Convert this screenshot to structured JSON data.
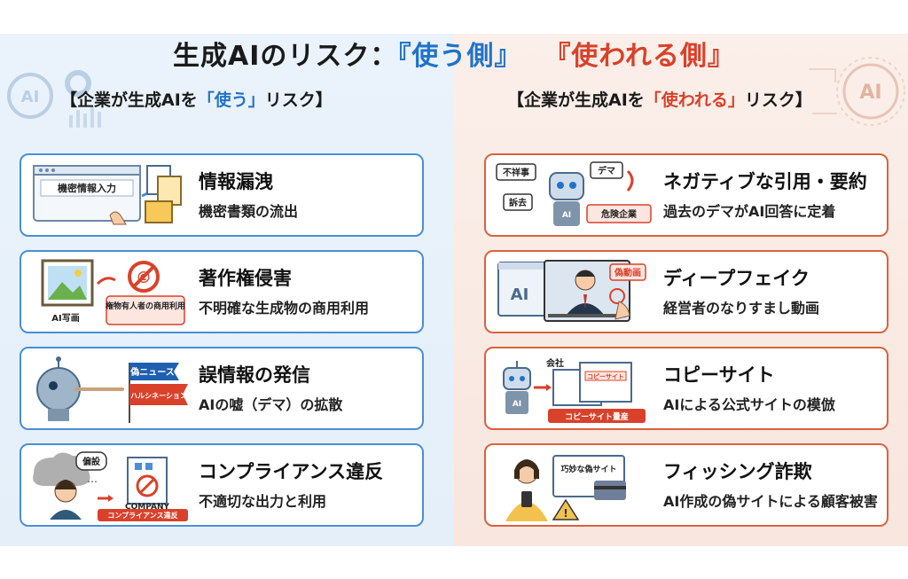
{
  "title": {
    "prefix": "生成AIのリスク：",
    "use": "『使う側』",
    "used": "『使われる側』"
  },
  "left": {
    "head_prefix": "【企業が生成AIを",
    "head_hl": "「使う」",
    "head_suffix": "リスク】",
    "deco_ai": "AI",
    "cards": [
      {
        "title": "情報漏洩",
        "sub": "機密書類の流出",
        "art_label": "機密情報入力"
      },
      {
        "title": "著作権侵害",
        "sub": "不明確な生成物の商用利用",
        "art_label": "AI写画",
        "art_tag": "権物有人者の商用利用"
      },
      {
        "title": "誤情報の発信",
        "sub": "AIの嘘（デマ）の拡散",
        "art_flag1": "偽ニュース",
        "art_flag2": "ハルシネーション"
      },
      {
        "title": "コンプライアンス違反",
        "sub": "不適切な出力と利用",
        "art_bubble": "偏設",
        "art_company": "COMPANY",
        "art_tag": "コンプライアンス違反"
      }
    ]
  },
  "right": {
    "head_prefix": "【企業が生成AIを",
    "head_hl": "「使われる」",
    "head_suffix": "リスク】",
    "deco_ai": "AI",
    "cards": [
      {
        "title": "ネガティブな引用・要約",
        "sub": "過去のデマがAI回答に定着",
        "art_t1": "不祥事",
        "art_t2": "デマ",
        "art_t3": "訴去",
        "art_t4": "危険企業",
        "art_ai": "AI"
      },
      {
        "title": "ディープフェイク",
        "sub": "経営者のなりすまし動画",
        "art_ai": "AI",
        "art_tag": "偽動画"
      },
      {
        "title": "コピーサイト",
        "sub": "AIによる公式サイトの模倣",
        "art_t1": "会社",
        "art_t2": "コピーサイト",
        "art_tag": "コピーサイト量産",
        "art_ai": "AI"
      },
      {
        "title": "フィッシング詐欺",
        "sub": "AI作成の偽サイトによる顧客被害",
        "art_t1": "巧妙な偽サイト"
      }
    ]
  },
  "colors": {
    "blue": "#1f73c9",
    "red": "#d9412a",
    "card_blue": "#4a8fd6",
    "card_red": "#d9633f"
  }
}
